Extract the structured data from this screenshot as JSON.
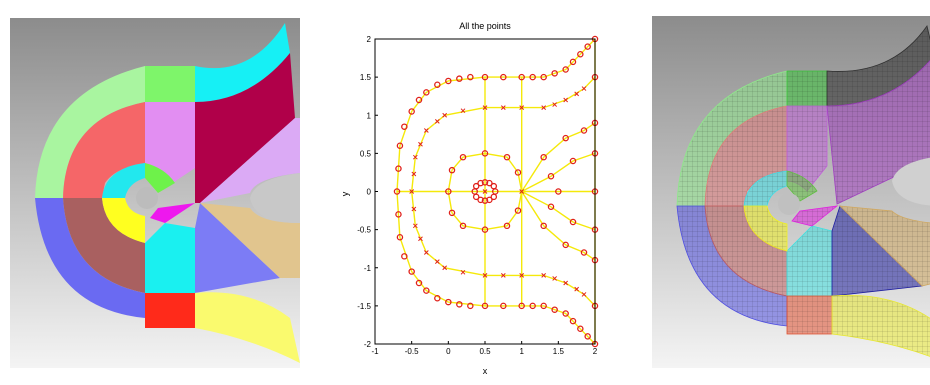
{
  "chart_data": {
    "type": "scatter",
    "title": "All the points",
    "xlabel": "x",
    "ylabel": "y",
    "xlim": [
      -1,
      2
    ],
    "ylim": [
      -2,
      2
    ],
    "xticks": [
      "-1",
      "-0.5",
      "0",
      "0.5",
      "1",
      "1.5",
      "2"
    ],
    "yticks": [
      "-2",
      "-1.5",
      "-1",
      "-0.5",
      "0",
      "0.5",
      "1",
      "1.5",
      "2"
    ],
    "line_color": "#f5e90a",
    "marker_color": "#e0201a",
    "segments": [
      [
        [
          -0.7,
          0
        ],
        [
          2,
          0
        ]
      ],
      [
        [
          0.5,
          1.5
        ],
        [
          0.5,
          -1.5
        ]
      ],
      [
        [
          1,
          1.5
        ],
        [
          1,
          -1.5
        ]
      ],
      [
        [
          2,
          2
        ],
        [
          2,
          -2
        ]
      ],
      [
        [
          -0.7,
          0
        ],
        [
          -0.66,
          0.6
        ],
        [
          -0.5,
          1.05
        ],
        [
          -0.3,
          1.3
        ],
        [
          0,
          1.45
        ],
        [
          0.5,
          1.5
        ],
        [
          1,
          1.5
        ],
        [
          1.3,
          1.5
        ],
        [
          1.6,
          1.6
        ],
        [
          1.8,
          1.8
        ],
        [
          2,
          2
        ]
      ],
      [
        [
          -0.7,
          0
        ],
        [
          -0.66,
          -0.6
        ],
        [
          -0.5,
          -1.05
        ],
        [
          -0.3,
          -1.3
        ],
        [
          0,
          -1.45
        ],
        [
          0.5,
          -1.5
        ],
        [
          1,
          -1.5
        ],
        [
          1.3,
          -1.5
        ],
        [
          1.6,
          -1.6
        ],
        [
          1.8,
          -1.8
        ],
        [
          2,
          -2
        ]
      ],
      [
        [
          -0.5,
          0
        ],
        [
          -0.45,
          0.45
        ],
        [
          -0.3,
          0.8
        ],
        [
          -0.05,
          1.0
        ],
        [
          0.5,
          1.1
        ],
        [
          1,
          1.1
        ],
        [
          1.3,
          1.1
        ],
        [
          1.6,
          1.2
        ],
        [
          1.85,
          1.35
        ],
        [
          2,
          1.5
        ]
      ],
      [
        [
          -0.5,
          0
        ],
        [
          -0.45,
          -0.45
        ],
        [
          -0.3,
          -0.8
        ],
        [
          -0.05,
          -1.0
        ],
        [
          0.5,
          -1.1
        ],
        [
          1,
          -1.1
        ],
        [
          1.3,
          -1.1
        ],
        [
          1.6,
          -1.2
        ],
        [
          1.85,
          -1.35
        ],
        [
          2,
          -1.5
        ]
      ],
      [
        [
          0,
          0
        ],
        [
          0.05,
          0.28
        ],
        [
          0.2,
          0.45
        ],
        [
          0.5,
          0.5
        ],
        [
          0.8,
          0.45
        ],
        [
          0.95,
          0.25
        ],
        [
          1,
          0
        ],
        [
          0.95,
          -0.25
        ],
        [
          0.8,
          -0.45
        ],
        [
          0.5,
          -0.5
        ],
        [
          0.2,
          -0.45
        ],
        [
          0.05,
          -0.28
        ],
        [
          0,
          0
        ]
      ],
      [
        [
          1,
          0
        ],
        [
          1.3,
          0.45
        ],
        [
          1.6,
          0.7
        ],
        [
          1.85,
          0.8
        ],
        [
          2,
          0.9
        ]
      ],
      [
        [
          1,
          0
        ],
        [
          1.3,
          -0.45
        ],
        [
          1.6,
          -0.7
        ],
        [
          1.85,
          -0.8
        ],
        [
          2,
          -0.9
        ]
      ],
      [
        [
          1,
          0
        ],
        [
          1.4,
          0.2
        ],
        [
          1.7,
          0.4
        ],
        [
          2,
          0.5
        ]
      ],
      [
        [
          1,
          0
        ],
        [
          1.4,
          -0.2
        ],
        [
          1.7,
          -0.4
        ],
        [
          2,
          -0.5
        ]
      ]
    ],
    "circles": [
      [
        -0.7,
        0
      ],
      [
        -0.68,
        0.3
      ],
      [
        -0.66,
        0.6
      ],
      [
        -0.6,
        0.85
      ],
      [
        -0.5,
        1.05
      ],
      [
        -0.4,
        1.2
      ],
      [
        -0.3,
        1.3
      ],
      [
        -0.15,
        1.4
      ],
      [
        0,
        1.45
      ],
      [
        0.15,
        1.48
      ],
      [
        0.3,
        1.5
      ],
      [
        0.5,
        1.5
      ],
      [
        0.75,
        1.5
      ],
      [
        1,
        1.5
      ],
      [
        1.15,
        1.5
      ],
      [
        1.3,
        1.5
      ],
      [
        1.45,
        1.55
      ],
      [
        1.6,
        1.6
      ],
      [
        1.7,
        1.7
      ],
      [
        1.8,
        1.8
      ],
      [
        1.9,
        1.9
      ],
      [
        2,
        2
      ],
      [
        -0.68,
        -0.3
      ],
      [
        -0.66,
        -0.6
      ],
      [
        -0.6,
        -0.85
      ],
      [
        -0.5,
        -1.05
      ],
      [
        -0.4,
        -1.2
      ],
      [
        -0.3,
        -1.3
      ],
      [
        -0.15,
        -1.4
      ],
      [
        0,
        -1.45
      ],
      [
        0.15,
        -1.48
      ],
      [
        0.3,
        -1.5
      ],
      [
        0.5,
        -1.5
      ],
      [
        0.75,
        -1.5
      ],
      [
        1,
        -1.5
      ],
      [
        1.15,
        -1.5
      ],
      [
        1.3,
        -1.5
      ],
      [
        1.45,
        -1.55
      ],
      [
        1.6,
        -1.6
      ],
      [
        1.7,
        -1.7
      ],
      [
        1.8,
        -1.8
      ],
      [
        1.9,
        -1.9
      ],
      [
        2,
        -2
      ],
      [
        0,
        0
      ],
      [
        0.05,
        0.28
      ],
      [
        0.2,
        0.45
      ],
      [
        0.5,
        0.5
      ],
      [
        0.8,
        0.45
      ],
      [
        0.95,
        0.25
      ],
      [
        0.95,
        -0.25
      ],
      [
        0.8,
        -0.45
      ],
      [
        0.5,
        -0.5
      ],
      [
        0.2,
        -0.45
      ],
      [
        0.05,
        -0.28
      ],
      [
        1.3,
        0.45
      ],
      [
        1.6,
        0.7
      ],
      [
        1.85,
        0.8
      ],
      [
        2,
        0.9
      ],
      [
        1.3,
        -0.45
      ],
      [
        1.6,
        -0.7
      ],
      [
        1.85,
        -0.8
      ],
      [
        2,
        -0.9
      ],
      [
        1.4,
        0.2
      ],
      [
        1.7,
        0.4
      ],
      [
        2,
        0.5
      ],
      [
        1.4,
        -0.2
      ],
      [
        1.7,
        -0.4
      ],
      [
        2,
        -0.5
      ],
      [
        1.5,
        0
      ],
      [
        2,
        1.5
      ],
      [
        2,
        -1.5
      ],
      [
        2,
        0
      ],
      [
        0.36,
        0
      ],
      [
        0.38,
        0.07
      ],
      [
        0.44,
        0.11
      ],
      [
        0.5,
        0.12
      ],
      [
        0.56,
        0.11
      ],
      [
        0.62,
        0.07
      ],
      [
        0.64,
        0
      ],
      [
        0.62,
        -0.07
      ],
      [
        0.56,
        -0.11
      ],
      [
        0.5,
        -0.12
      ],
      [
        0.44,
        -0.11
      ],
      [
        0.38,
        -0.07
      ]
    ],
    "crosses": [
      [
        -0.5,
        0
      ],
      [
        -0.47,
        0.23
      ],
      [
        -0.45,
        0.45
      ],
      [
        -0.38,
        0.62
      ],
      [
        -0.3,
        0.8
      ],
      [
        -0.15,
        0.92
      ],
      [
        -0.05,
        1.0
      ],
      [
        0.2,
        1.06
      ],
      [
        0.5,
        1.1
      ],
      [
        0.75,
        1.1
      ],
      [
        1,
        1.1
      ],
      [
        1.3,
        1.1
      ],
      [
        1.45,
        1.14
      ],
      [
        1.6,
        1.2
      ],
      [
        1.75,
        1.28
      ],
      [
        1.85,
        1.35
      ],
      [
        -0.47,
        -0.23
      ],
      [
        -0.45,
        -0.45
      ],
      [
        -0.38,
        -0.62
      ],
      [
        -0.3,
        -0.8
      ],
      [
        -0.15,
        -0.92
      ],
      [
        -0.05,
        -1.0
      ],
      [
        0.2,
        -1.06
      ],
      [
        0.5,
        -1.1
      ],
      [
        0.75,
        -1.1
      ],
      [
        1,
        -1.1
      ],
      [
        1.3,
        -1.1
      ],
      [
        1.45,
        -1.14
      ],
      [
        1.6,
        -1.2
      ],
      [
        1.75,
        -1.28
      ],
      [
        1.85,
        -1.35
      ],
      [
        1,
        0
      ],
      [
        0.5,
        0
      ]
    ]
  }
}
